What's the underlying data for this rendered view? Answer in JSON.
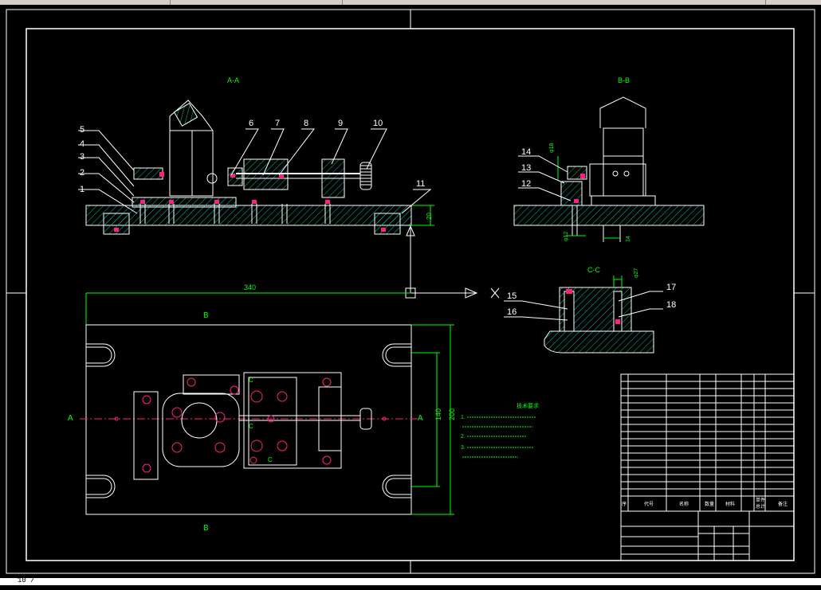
{
  "views": {
    "aa_title": "A-A",
    "bb_title": "B-B",
    "cc_title": "C-C"
  },
  "balloons": [
    "1",
    "2",
    "3",
    "4",
    "5",
    "6",
    "7",
    "8",
    "9",
    "10",
    "11",
    "12",
    "13",
    "14",
    "15",
    "16",
    "17",
    "18"
  ],
  "dims": {
    "height_20": "20",
    "length_340": "340",
    "width_200": "200",
    "width_140": "140",
    "phi12": "φ12",
    "phi18": "φ18",
    "phi27": "φ27",
    "d14": "14"
  },
  "section_marks": {
    "a_left": "A",
    "a_right": "A",
    "b_top": "B",
    "b_bottom": "B",
    "c_top": "C",
    "c_mid": "C",
    "c_bottom": "C"
  },
  "notes": {
    "title": "技术要求",
    "lines": [
      "1.",
      "2.",
      "3."
    ]
  },
  "title_block": {
    "cols": [
      "序",
      "代号",
      "名称",
      "数量",
      "材料",
      "单件",
      "总计",
      "备注"
    ]
  },
  "cmdline": "10 /",
  "colors": {
    "frame": "#ffffff",
    "outline": "#ffffff",
    "hatch": "#00c8a0",
    "dim": "#00ff00",
    "fastener": "#ff2080",
    "notes": "#00ff00"
  }
}
